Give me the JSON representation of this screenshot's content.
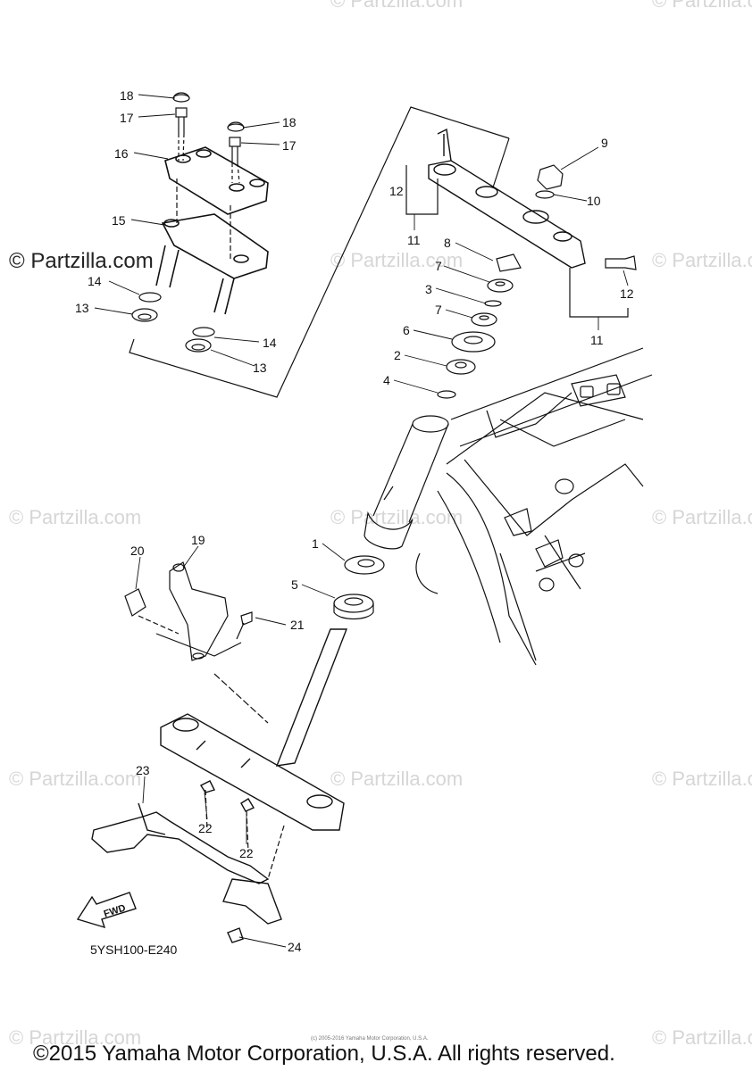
{
  "watermarks": [
    "© Partzilla.com",
    "© Partzilla.com",
    "© Partzilla.com",
    "© Partzilla.com",
    "© Partzilla.com",
    "© Partzilla.com",
    "© Partzilla.com",
    "© Partzilla.com",
    "© Partzilla.com",
    "© Partzilla.com",
    "© Partzilla.com",
    "© Partzilla.com",
    "© Partzilla.com"
  ],
  "callouts": {
    "c1": "1",
    "c2": "2",
    "c3": "3",
    "c4": "4",
    "c5": "5",
    "c6": "6",
    "c7a": "7",
    "c7b": "7",
    "c8": "8",
    "c9": "9",
    "c10": "10",
    "c11a": "11",
    "c11b": "11",
    "c12a": "12",
    "c12b": "12",
    "c13a": "13",
    "c13b": "13",
    "c14a": "14",
    "c14b": "14",
    "c15": "15",
    "c16": "16",
    "c17a": "17",
    "c17b": "17",
    "c18a": "18",
    "c18b": "18",
    "c19": "19",
    "c20": "20",
    "c21": "21",
    "c22a": "22",
    "c22b": "22",
    "c23": "23",
    "c24": "24"
  },
  "fwd_label": "FWD",
  "diagram_code": "5YSH100-E240",
  "tiny_notice": "(c) 2005-2016 Yamaha Motor Corporation, U.S.A.",
  "copyright": "©2015 Yamaha Motor Corporation, U.S.A. All rights reserved.",
  "colors": {
    "line": "#111111",
    "watermark": "#d6d6d6",
    "background": "#ffffff"
  }
}
